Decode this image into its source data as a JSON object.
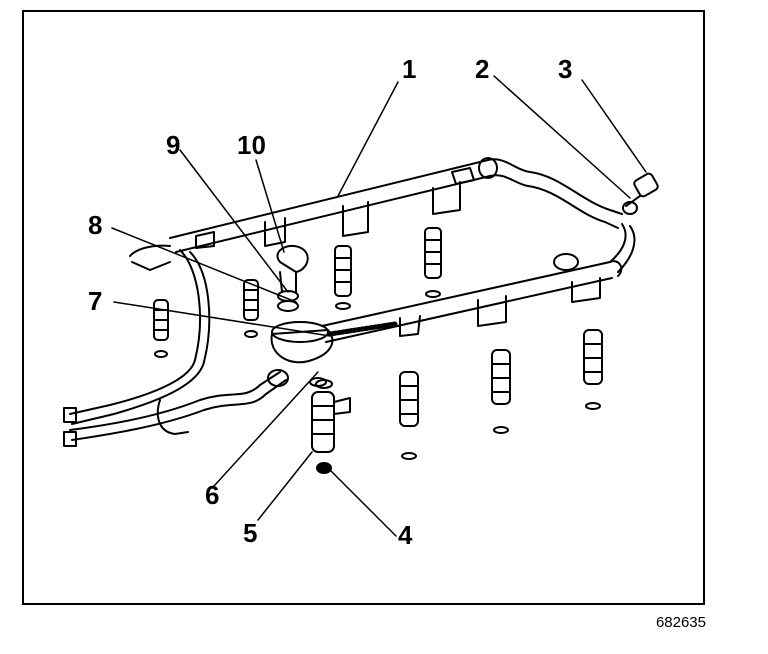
{
  "figure": {
    "id": "682635",
    "callouts": [
      "1",
      "2",
      "3",
      "4",
      "5",
      "6",
      "7",
      "8",
      "9",
      "10"
    ]
  }
}
